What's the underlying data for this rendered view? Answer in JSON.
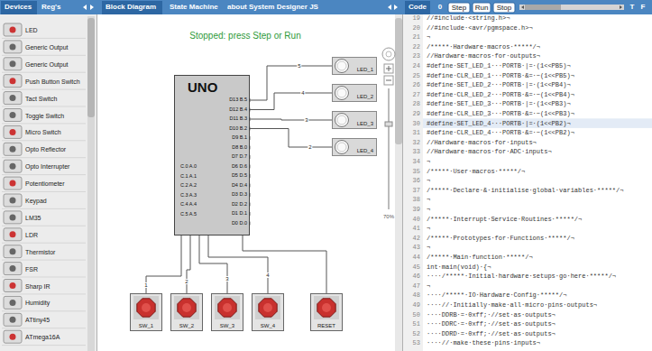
{
  "diagram": {
    "nodes": [
      {
        "text": [
          "UNO"
        ]
      },
      {
        "text": [
          "LED_1"
        ]
      },
      {
        "text": [
          "LED_2"
        ]
      },
      {
        "text": [
          "LED_3"
        ]
      },
      {
        "text": [
          "LED_4"
        ]
      },
      {
        "text": [
          "SW_1"
        ]
      },
      {
        "text": [
          "SW_2"
        ]
      },
      {
        "text": [
          "SW_3"
        ]
      },
      {
        "text": [
          "SW_4"
        ]
      },
      {
        "text": [
          "RESET"
        ]
      }
    ],
    "edges": [
      {
        "from": 0,
        "to": 1,
        "arrow": "none",
        "label": "5"
      },
      {
        "from": 0,
        "to": 2,
        "arrow": "none",
        "label": "4"
      },
      {
        "from": 0,
        "to": 3,
        "arrow": "none",
        "label": "3"
      },
      {
        "from": 0,
        "to": 4,
        "arrow": "none",
        "label": "2"
      },
      {
        "from": 0,
        "to": 5,
        "arrow": "none",
        "label": "1"
      },
      {
        "from": 0,
        "to": 6,
        "arrow": "none",
        "label": "2"
      },
      {
        "from": 0,
        "to": 7,
        "arrow": "none",
        "label": "3"
      },
      {
        "from": 0,
        "to": 8,
        "arrow": "none",
        "label": "4"
      },
      {
        "from": 0,
        "to": 9,
        "arrow": "none"
      }
    ],
    "labels": [
      "Devices",
      "Reg's",
      "Block Diagram",
      "State Machine",
      "about System Designer JS",
      "Code",
      "0",
      "Step",
      "Run",
      "Stop",
      "T",
      "F",
      "Stopped: press Step or Run",
      "70%",
      "LED",
      "Generic Output",
      "Generic Output",
      "Push Button Switch",
      "Tact Switch",
      "Toggle Switch",
      "Micro Switch",
      "Opto Reflector",
      "Opto Interrupter",
      "Potentiometer",
      "Keypad",
      "LM35",
      "LDR",
      "Thermistor",
      "FSR",
      "Sharp IR",
      "Humidity",
      "ATtiny45",
      "ATmega16A",
      "D13 B.5",
      "D12 B.4",
      "D11 B.3",
      "D10 B.2",
      "D9 B.1",
      "D8 B.0",
      "D7 D.7",
      "D6 D.6",
      "D5 D.5",
      "D4 D.4",
      "D3 D.3",
      "D2 D.2",
      "D1 D.1",
      "D0 D.0",
      "C.0 A.0",
      "C.1 A.1",
      "C.2 A.2",
      "C.3 A.3",
      "C.4 A.4",
      "C.5 A.5",
      "19",
      "20",
      "21",
      "22",
      "23",
      "24",
      "25",
      "26",
      "27",
      "28",
      "29",
      "30",
      "31",
      "32",
      "33",
      "34",
      "35",
      "36",
      "37",
      "38",
      "39",
      "40",
      "41",
      "42",
      "43",
      "44",
      "45",
      "46",
      "47",
      "48",
      "49",
      "50",
      "51",
      "52",
      "53",
      "//#include·<string.h>¬",
      "//#include·<avr/pgmspace.h>¬",
      "¬",
      "/*****·Hardware·macros·*****/¬",
      "//Hardware·macros·for·outputs¬",
      "#define·SET_LED_1···PORTB·|=·(1<<PB5)¬",
      "#define·CLR_LED_1···PORTB·&=·~(1<<PB5)¬",
      "#define·SET_LED_2···PORTB·|=·(1<<PB4)¬",
      "#define·CLR_LED_2···PORTB·&=·~(1<<PB4)¬",
      "#define·SET_LED_3···PORTB·|=·(1<<PB3)¬",
      "#define·CLR_LED_3···PORTB·&=·~(1<<PB3)¬",
      "#define·SET_LED_4···PORTB·|=·(1<<PB2)¬",
      "#define·CLR_LED_4···PORTB·&=·~(1<<PB2)¬",
      "//Hardware·macros·for·inputs¬",
      "//Hardware·macros·for·ADC·inputs¬",
      "¬",
      "/*****·User·macros·*****/¬",
      "¬",
      "/*****·Declare·&·initialise·global·variables·*****/¬",
      "¬",
      "¬",
      "/*****·Interrupt·Service·Routines·*****/¬",
      "¬",
      "/*****·Prototypes·for·Functions·*****/¬",
      "¬",
      "/*****·Main·function·*****/¬",
      "int·main(void)·{¬",
      "····/*****·Initial·hardware·setups·go·here·*****/¬",
      "¬",
      "····/*****·IO·Hardware·Config·*****/¬",
      "····//·Initially·make·all·micro·pins·outputs¬",
      "····DDRB·=·0xff;·//set·as·outputs¬",
      "····DDRC·=·0xff;·//set·as·outputs¬",
      "····DDRD·=·0xff;·//set·as·outputs¬",
      "····//·make·these·pins·inputs¬"
    ]
  }
}
